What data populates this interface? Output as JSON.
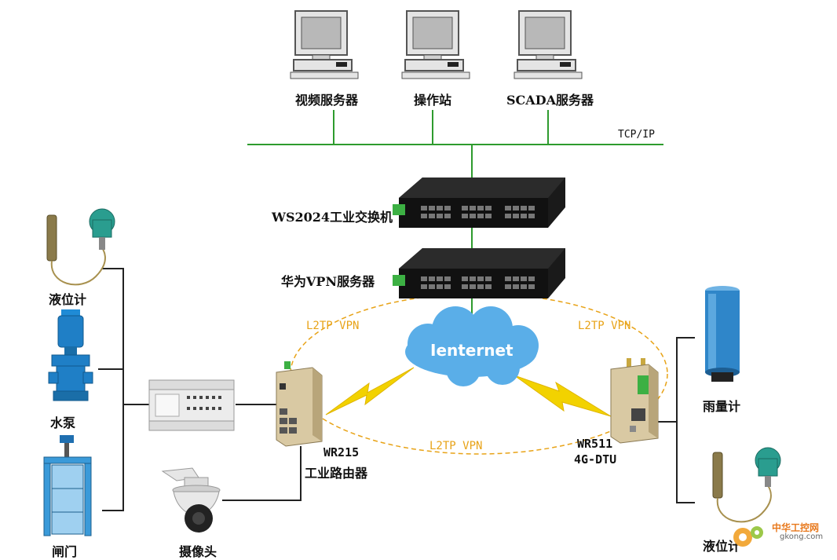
{
  "top_computers": [
    {
      "label": "视频服务器"
    },
    {
      "label": "操作站"
    },
    {
      "label": "SCADA服务器"
    }
  ],
  "network": {
    "protocol": "TCP/IP"
  },
  "switch": {
    "label": "WS2024工业交换机"
  },
  "vpn_server": {
    "label": "华为VPN服务器"
  },
  "cloud": {
    "label": "Ienternet"
  },
  "vpn_links": {
    "left": "L2TP VPN",
    "right": "L2TP VPN",
    "bottom": "L2TP VPN"
  },
  "router": {
    "model": "WR215",
    "name": "工业路由器"
  },
  "dtu": {
    "model": "WR511",
    "name": "4G-DTU"
  },
  "left_devices": {
    "level_meter": "液位计",
    "pump": "水泵",
    "gate": "闸门",
    "camera": "摄像头"
  },
  "right_devices": {
    "rain_gauge": "雨量计",
    "level_meter": "液位计"
  },
  "watermark": {
    "cn": "中华工控网",
    "url": "gkong.com"
  },
  "colors": {
    "line_green": "#2e9b2e",
    "vpn_orange": "#e8a317",
    "cloud_blue": "#5aaee8"
  }
}
